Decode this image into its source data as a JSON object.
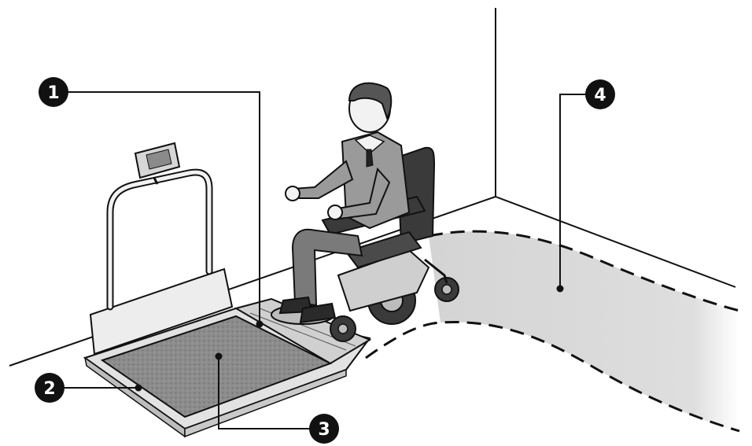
{
  "callouts": [
    {
      "id": "1",
      "label": "1"
    },
    {
      "id": "2",
      "label": "2"
    },
    {
      "id": "3",
      "label": "3"
    },
    {
      "id": "4",
      "label": "4"
    }
  ],
  "colors": {
    "line": "#111111",
    "wall": "#ffffff",
    "platform": "#d9d9d9",
    "mat": "#8a8a8a",
    "path": "#dcdcdc",
    "clothing": "#9a9a9a",
    "pants": "#7a7a7a",
    "chair": "#3a3a3a"
  },
  "icons": [
    "scale-display-icon",
    "wheelchair-icon"
  ]
}
